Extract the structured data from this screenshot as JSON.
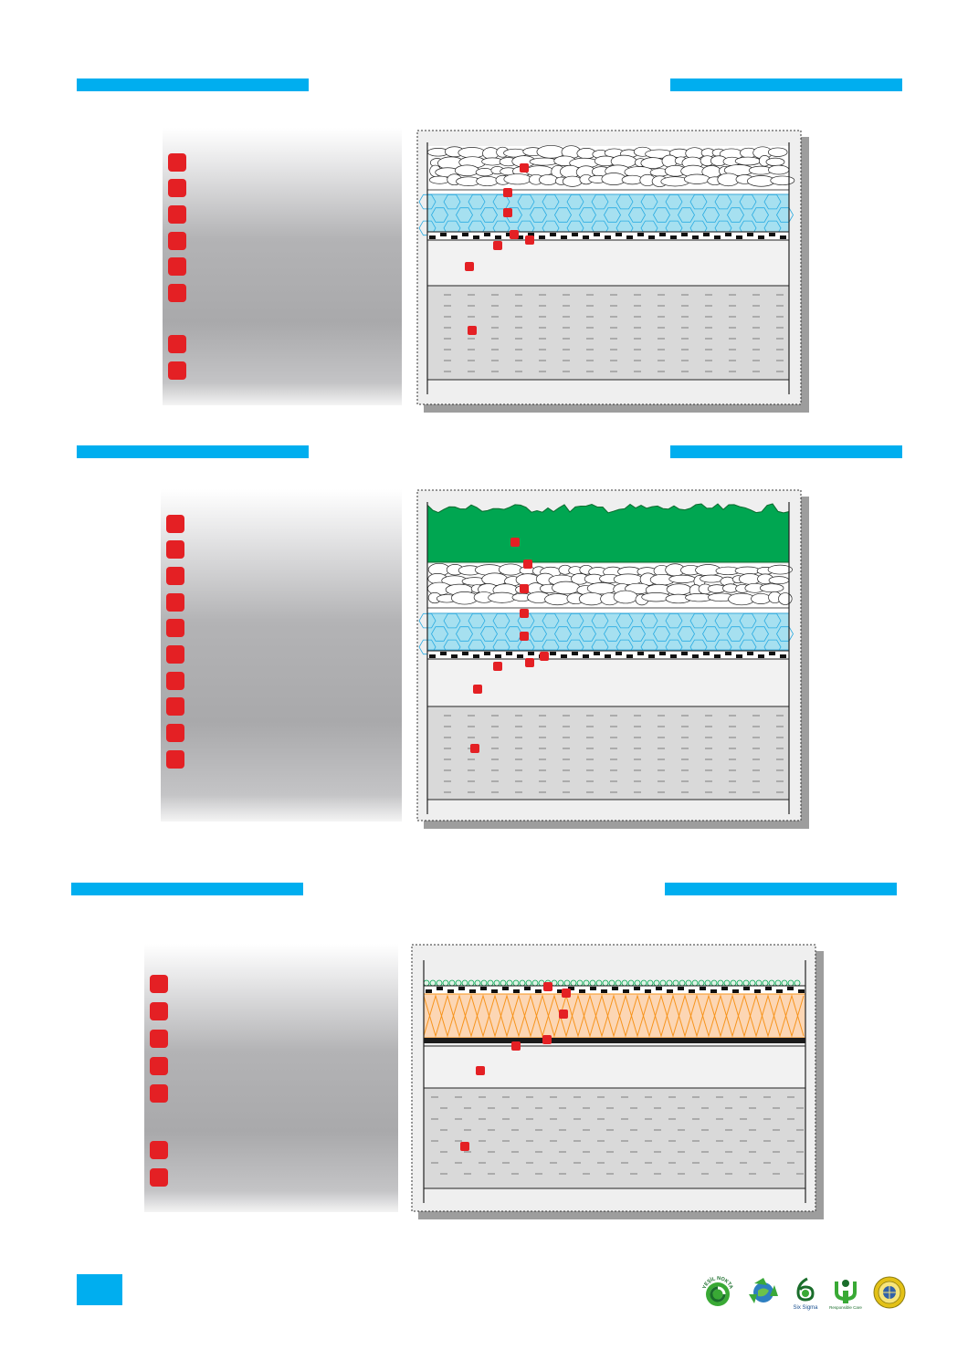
{
  "sections": [
    {
      "id": "gravel-roof",
      "header_left": "",
      "header_right": "",
      "legend": [
        "",
        "",
        "",
        "",
        "",
        "",
        "",
        ""
      ]
    },
    {
      "id": "green-roof",
      "header_left": "",
      "header_right": "",
      "legend": [
        "",
        "",
        "",
        "",
        "",
        "",
        "",
        "",
        "",
        ""
      ]
    },
    {
      "id": "insulated-roof",
      "header_left": "",
      "header_right": "",
      "legend": [
        "",
        "",
        "",
        "",
        "",
        "",
        ""
      ]
    }
  ],
  "footer": {
    "page_number": "",
    "logos": [
      "yesil-nokta-logo",
      "recycling-logo",
      "six-sigma-logo",
      "responsible-care-logo",
      "quality-seal-logo"
    ],
    "logo_texts": [
      "YEŞİL NOKTA",
      "Six Sigma",
      "Responsible Care"
    ]
  },
  "colors": {
    "accent": "#00aeef",
    "marker": "#e42024",
    "drainage": "#a6e0f0",
    "vegetation": "#00a651",
    "insulation": "#fcd6b4",
    "concrete": "#d9d9d9",
    "screed": "#f2f2f2"
  }
}
